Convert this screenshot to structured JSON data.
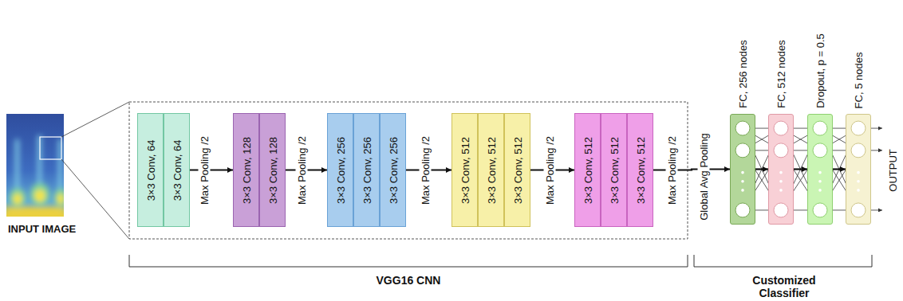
{
  "diagram": {
    "nodes": [
      {
        "text": [
          "INPUT IMAGE"
        ]
      },
      {
        "text": [
          "3×3 Conv, 64"
        ]
      },
      {
        "text": [
          "3×3 Conv, 64"
        ]
      },
      {
        "text": [
          "3×3 Conv, 128"
        ]
      },
      {
        "text": [
          "3×3 Conv, 128"
        ]
      },
      {
        "text": [
          "3×3 Conv, 256"
        ]
      },
      {
        "text": [
          "3×3 Conv, 256"
        ]
      },
      {
        "text": [
          "3×3 Conv, 256"
        ]
      },
      {
        "text": [
          "3×3 Conv, 512"
        ]
      },
      {
        "text": [
          "3×3 Conv, 512"
        ]
      },
      {
        "text": [
          "3×3 Conv, 512"
        ]
      },
      {
        "text": [
          "3×3 Conv, 512"
        ]
      },
      {
        "text": [
          "3×3 Conv, 512"
        ]
      },
      {
        "text": [
          "3×3 Conv, 512"
        ]
      },
      {
        "text": [
          "FC, 256 nodes"
        ]
      },
      {
        "text": [
          "FC, 512 nodes"
        ]
      },
      {
        "text": [
          "Dropout, p = 0.5"
        ]
      },
      {
        "text": [
          "FC, 5 nodes"
        ]
      }
    ],
    "edges": [
      {
        "from": 2,
        "to": 3,
        "arrow": "to"
      },
      {
        "from": 4,
        "to": 5,
        "arrow": "to"
      },
      {
        "from": 7,
        "to": 8,
        "arrow": "to"
      },
      {
        "from": 10,
        "to": 11,
        "arrow": "to"
      },
      {
        "from": 13,
        "to": 14,
        "arrow": "to"
      },
      {
        "from": 14,
        "to": 15,
        "arrow": "to"
      },
      {
        "from": 15,
        "to": 16,
        "arrow": "to"
      },
      {
        "from": 16,
        "to": 17,
        "arrow": "to"
      }
    ],
    "labels": [
      "Max Pooling /2",
      "Max Pooling /2",
      "Max Pooling /2",
      "Max Pooling /2",
      "Max Pooling /2",
      "Global Avg Pooling",
      "OUTPUT",
      "VGG16 CNN",
      "Customized Classifier"
    ]
  }
}
